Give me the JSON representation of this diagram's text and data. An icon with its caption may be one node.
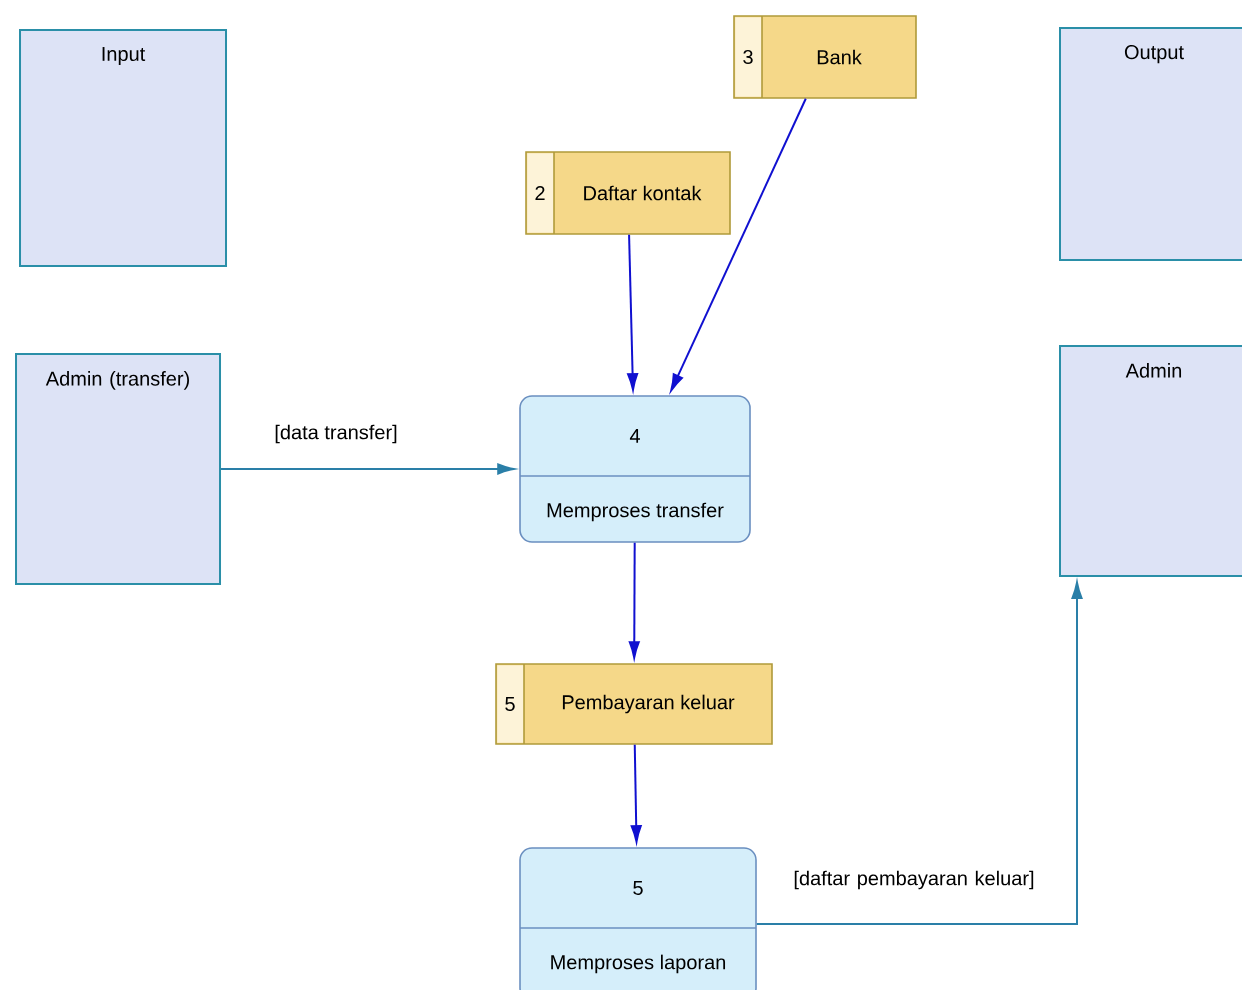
{
  "diagram": {
    "nodes": [
      {
        "text": [
          "Input"
        ]
      },
      {
        "text": [
          "Output"
        ]
      },
      {
        "text": [
          "Admin (transfer)"
        ]
      },
      {
        "text": [
          "Admin"
        ]
      },
      {
        "text": [
          "3",
          "Bank"
        ]
      },
      {
        "text": [
          "2",
          "Daftar kontak"
        ]
      },
      {
        "text": [
          "4",
          "Memproses transfer"
        ]
      },
      {
        "text": [
          "5",
          "Pembayaran keluar"
        ]
      },
      {
        "text": [
          "5",
          "Memproses laporan"
        ]
      }
    ],
    "edges": [
      {
        "from": 2,
        "to": 6,
        "arrow": "to",
        "label": "[data transfer]",
        "color": "#2a7fa8"
      },
      {
        "from": 5,
        "to": 6,
        "arrow": "to"
      },
      {
        "from": 4,
        "to": 6,
        "arrow": "to"
      },
      {
        "from": 6,
        "to": 7,
        "arrow": "to"
      },
      {
        "from": 7,
        "to": 8,
        "arrow": "to"
      },
      {
        "from": 8,
        "to": 3,
        "arrow": "to",
        "label": "[daftar pembayaran keluar]",
        "color": "#2a7fa8"
      }
    ]
  }
}
